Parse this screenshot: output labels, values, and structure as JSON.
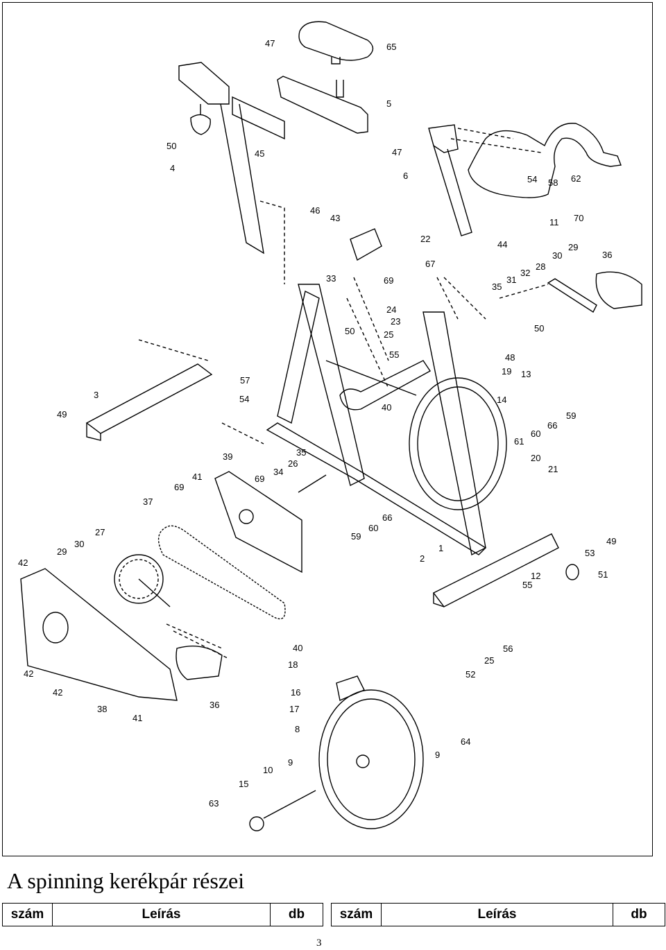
{
  "title": "A spinning kerékpár részei",
  "table_header": {
    "col_num": "szám",
    "col_desc": "Leírás",
    "col_qty": "db",
    "col_num2": "szám",
    "col_desc2": "Leírás",
    "col_qty2": "db"
  },
  "page_number": "3",
  "part_labels": [
    "47",
    "65",
    "5",
    "50",
    "4",
    "45",
    "47",
    "6",
    "54",
    "58",
    "62",
    "11",
    "70",
    "46",
    "43",
    "22",
    "44",
    "67",
    "33",
    "69",
    "30",
    "29",
    "36",
    "35",
    "31",
    "32",
    "28",
    "24",
    "23",
    "50",
    "50",
    "25",
    "55",
    "48",
    "57",
    "3",
    "54",
    "19",
    "13",
    "14",
    "59",
    "66",
    "49",
    "40",
    "60",
    "61",
    "20",
    "21",
    "35",
    "39",
    "26",
    "41",
    "69",
    "34",
    "37",
    "69",
    "66",
    "60",
    "59",
    "27",
    "29",
    "30",
    "42",
    "49",
    "53",
    "2",
    "1",
    "51",
    "12",
    "55",
    "42",
    "42",
    "40",
    "18",
    "16",
    "17",
    "38",
    "41",
    "36",
    "56",
    "25",
    "52",
    "8",
    "64",
    "9",
    "10",
    "9",
    "15",
    "63"
  ],
  "line_color": "#000000"
}
